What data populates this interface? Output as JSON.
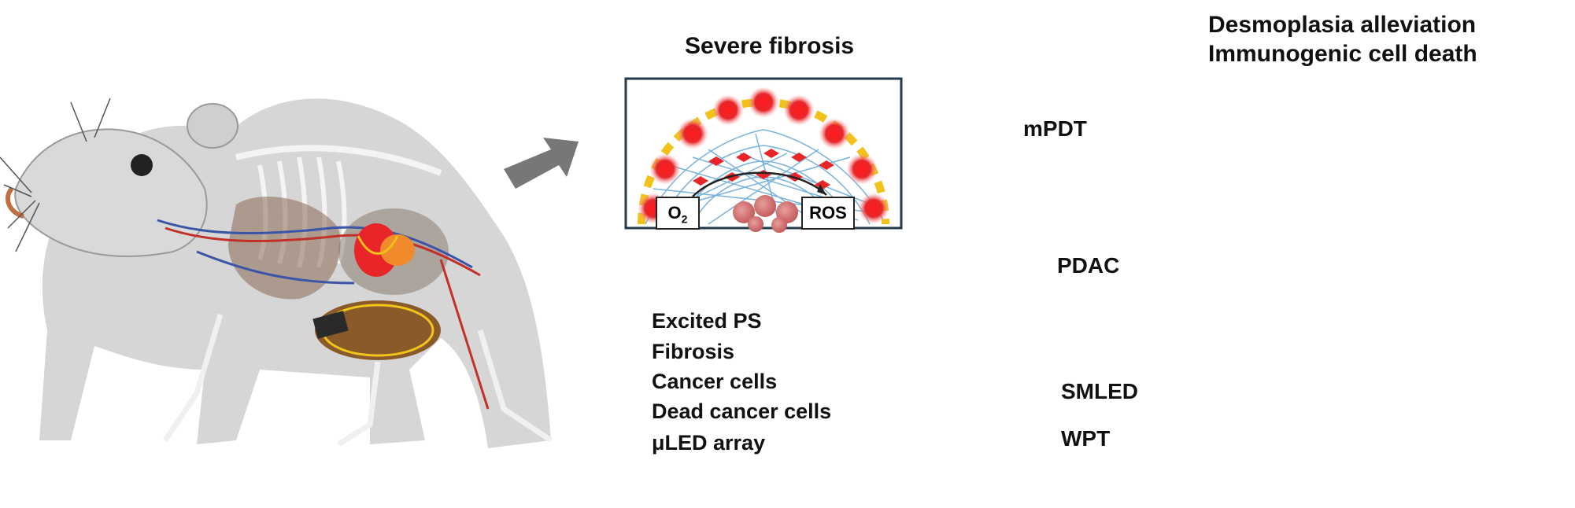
{
  "titles": {
    "left_panel": "Severe fibrosis",
    "right_panel_line1": "Desmoplasia alleviation",
    "right_panel_line2": "Immunogenic cell death"
  },
  "arrows": {
    "main": "mPDT"
  },
  "inset_labels": {
    "oxygen": "O",
    "oxygen_sub": "2",
    "ros": "ROS"
  },
  "legend": [
    {
      "icon": "excited-ps-icon",
      "label": "Excited PS"
    },
    {
      "icon": "fibrosis-icon",
      "label": "Fibrosis"
    },
    {
      "icon": "cancer-cell-icon",
      "label": "Cancer cells"
    },
    {
      "icon": "dead-cancer-cell-icon",
      "label": "Dead cancer cells"
    },
    {
      "icon": "uled-array-icon",
      "label": "μLED array"
    }
  ],
  "callouts": {
    "pdac": "PDAC",
    "smled": "SMLED",
    "wpt": "WPT"
  },
  "colors": {
    "led_red": "#e8262a",
    "led_yellow": "#f2c21a",
    "fibrosis_blue": "#6aaad8",
    "tumor_red": "#c9322b",
    "pancreas_tan": "#e8b99a",
    "coil_yellow": "#f0c419",
    "mouse_gray": "#b9b9b9"
  }
}
